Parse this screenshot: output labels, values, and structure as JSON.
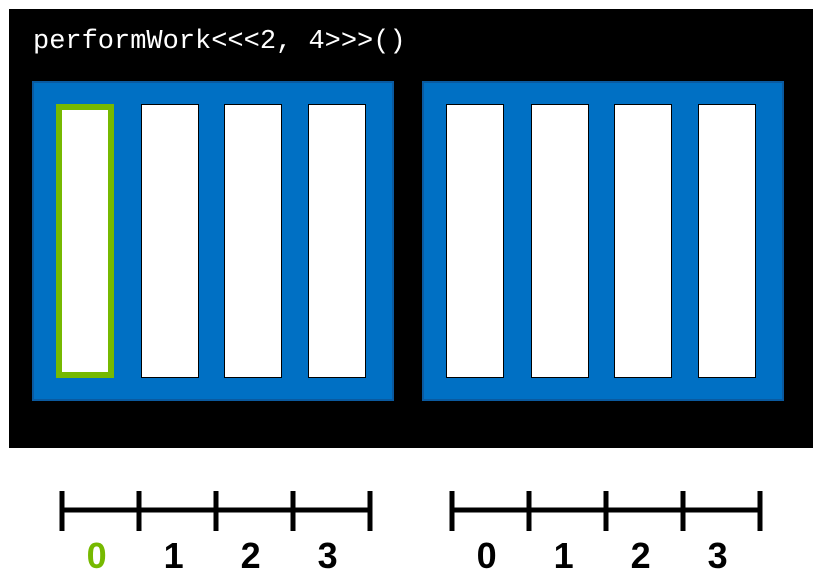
{
  "title": "performWork<<<2, 4>>>()",
  "colors": {
    "panel": "#000000",
    "block": "#0070c4",
    "thread": "#ffffff",
    "highlight": "#76b900",
    "axis": "#000000"
  },
  "blocks": [
    {
      "threads": [
        "0",
        "1",
        "2",
        "3"
      ],
      "highlighted_thread": 0
    },
    {
      "threads": [
        "0",
        "1",
        "2",
        "3"
      ],
      "highlighted_thread": null
    }
  ],
  "axes": [
    {
      "labels": [
        "0",
        "1",
        "2",
        "3"
      ],
      "highlighted_label": 0
    },
    {
      "labels": [
        "0",
        "1",
        "2",
        "3"
      ],
      "highlighted_label": null
    }
  ]
}
